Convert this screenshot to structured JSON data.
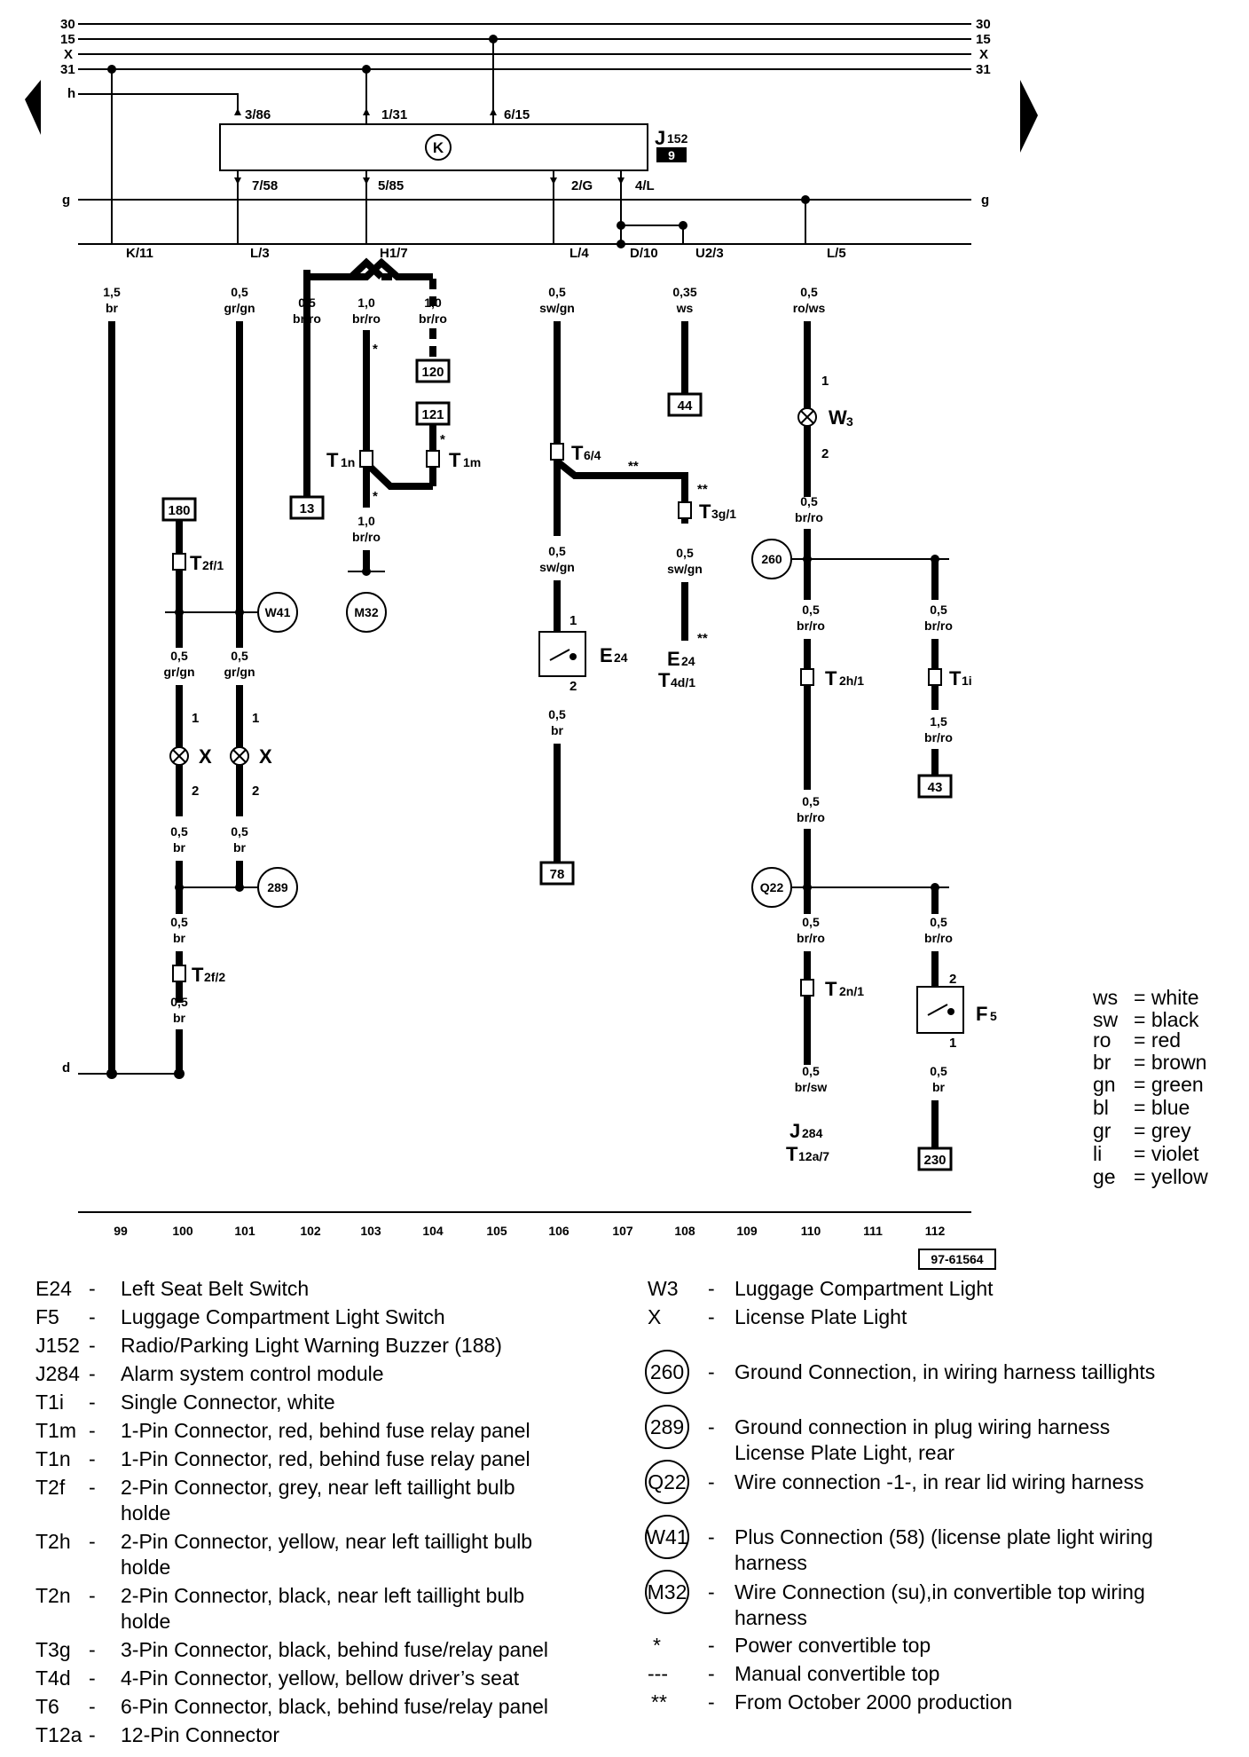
{
  "rails": {
    "r30": "30",
    "r15": "15",
    "rX": "X",
    "r31": "31",
    "h": "h",
    "g": "g",
    "d": "d"
  },
  "relay": {
    "name": "J",
    "sub": "152",
    "num": "9",
    "symbol": "K",
    "pins": [
      "3/86",
      "1/31",
      "6/15",
      "7/58",
      "5/85",
      "2/G",
      "4/L"
    ]
  },
  "connectors": [
    "K/11",
    "L/3",
    "H1/7",
    "L/4",
    "D/10",
    "U2/3",
    "L/5"
  ],
  "wires": {
    "w99": [
      "1,5",
      "br"
    ],
    "w101": [
      "0,5",
      "gr/gn"
    ],
    "w102": [
      "0,5",
      "br/ro"
    ],
    "w103": [
      "1,0",
      "br/ro"
    ],
    "w104": [
      "1,0",
      "br/ro"
    ],
    "w106": [
      "0,5",
      "sw/gn"
    ],
    "w108": [
      "0,35",
      "ws"
    ],
    "w110": [
      "0,5",
      "ro/ws"
    ],
    "w103b": [
      "1,0",
      "br/ro"
    ],
    "w106b": [
      "0,5",
      "sw/gn"
    ],
    "w108b": [
      "0,5",
      "sw/gn"
    ],
    "w106c": [
      "0,5",
      "br"
    ],
    "w110b": [
      "0,5",
      "br/ro"
    ],
    "w110c": [
      "0,5",
      "br/ro"
    ],
    "w112a": [
      "0,5",
      "br/ro"
    ],
    "w112b": [
      "1,5",
      "br/ro"
    ],
    "w110d": [
      "0,5",
      "br/ro"
    ],
    "w110e": [
      "0,5",
      "br/ro"
    ],
    "w112c": [
      "0,5",
      "br/ro"
    ],
    "w112d": [
      "0,5",
      "br"
    ],
    "w110f": [
      "0,5",
      "br/sw"
    ],
    "w100a": [
      "0,5",
      "gr/gn"
    ],
    "w101a": [
      "0,5",
      "gr/gn"
    ],
    "w100b": [
      "0,5",
      "br"
    ],
    "w101b": [
      "0,5",
      "br"
    ],
    "w100c": [
      "0,5",
      "br"
    ],
    "w100d": [
      "0,5",
      "br"
    ]
  },
  "boxes": [
    "120",
    "121",
    "13",
    "44",
    "180",
    "78",
    "43",
    "230"
  ],
  "circles": [
    "W41",
    "M32",
    "260",
    "289",
    "Q22"
  ],
  "components": {
    "T1n": [
      "T",
      "1n"
    ],
    "T1m": [
      "T",
      "1m"
    ],
    "T64": [
      "T",
      "6/4"
    ],
    "T3g1": [
      "T",
      "3g/1"
    ],
    "T2f1": [
      "T",
      "2f/1"
    ],
    "T2f2": [
      "T",
      "2f/2"
    ],
    "T2h1": [
      "T",
      "2h/1"
    ],
    "T1i": [
      "T",
      "1i"
    ],
    "T2n1": [
      "T",
      "2n/1"
    ],
    "T4d1": [
      "T",
      "4d/1"
    ],
    "T12a7": [
      "T",
      "12a/7"
    ],
    "E24a": [
      "E",
      "24"
    ],
    "E24b": [
      "E",
      "24"
    ],
    "W3": [
      "W",
      "3"
    ],
    "F5": [
      "F",
      "5"
    ],
    "J284": [
      "J",
      "284"
    ],
    "X": "X"
  },
  "pinNums": [
    "1",
    "2"
  ],
  "stars": {
    "single": "*",
    "double": "**"
  },
  "columns": [
    "99",
    "100",
    "101",
    "102",
    "103",
    "104",
    "105",
    "106",
    "107",
    "108",
    "109",
    "110",
    "111",
    "112"
  ],
  "ref": "97-61564",
  "colorKey": [
    [
      "ws",
      "= white"
    ],
    [
      "sw",
      "= black"
    ],
    [
      "ro",
      "= red"
    ],
    [
      "br",
      "= brown"
    ],
    [
      "gn",
      "= green"
    ],
    [
      "bl",
      "= blue"
    ],
    [
      "gr",
      "= grey"
    ],
    [
      "li",
      "= violet"
    ],
    [
      "ge",
      "= yellow"
    ]
  ],
  "legendLeft": [
    [
      "E24",
      "-",
      "Left Seat Belt Switch"
    ],
    [
      "F5",
      "-",
      "Luggage Compartment Light Switch"
    ],
    [
      "J152",
      "-",
      "Radio/Parking Light Warning Buzzer (188)"
    ],
    [
      "J284",
      "-",
      "Alarm system control module"
    ],
    [
      "T1i",
      "-",
      "Single Connector, white"
    ],
    [
      "T1m",
      "-",
      "1-Pin Connector, red, behind fuse relay panel"
    ],
    [
      "T1n",
      "-",
      "1-Pin Connector, red, behind fuse relay panel"
    ],
    [
      "T2f",
      "-",
      "2-Pin Connector, grey, near left taillight bulb",
      "holde"
    ],
    [
      "T2h",
      "-",
      "2-Pin Connector, yellow, near left taillight bulb",
      "holde"
    ],
    [
      "T2n",
      "-",
      "2-Pin Connector, black, near left taillight bulb",
      "holde"
    ],
    [
      "T3g",
      "-",
      "3-Pin Connector, black, behind fuse/relay panel"
    ],
    [
      "T4d",
      "-",
      "4-Pin Connector, yellow, bellow driver’s seat"
    ],
    [
      "T6",
      "-",
      "6-Pin Connector, black, behind fuse/relay panel"
    ],
    [
      "T12a",
      "-",
      "12-Pin Connector"
    ]
  ],
  "legendRight": [
    [
      "W3",
      "-",
      "Luggage Compartment Light"
    ],
    [
      "X",
      "-",
      "License Plate Light"
    ],
    [
      "260",
      "-",
      "Ground Connection, in wiring harness taillights"
    ],
    [
      "289",
      "-",
      "Ground connection in plug wiring harness",
      "License Plate Light, rear"
    ],
    [
      "Q22",
      "-",
      "Wire connection -1-, in rear lid wiring harness"
    ],
    [
      "W41",
      "-",
      "Plus Connection (58) (license plate light wiring",
      "harness"
    ],
    [
      "M32",
      "-",
      "Wire Connection (su),in convertible top wiring",
      "harness"
    ],
    [
      "*",
      "-",
      "Power convertible top"
    ],
    [
      "---",
      "-",
      "Manual convertible top"
    ],
    [
      "**",
      "-",
      "From October 2000 production"
    ]
  ]
}
